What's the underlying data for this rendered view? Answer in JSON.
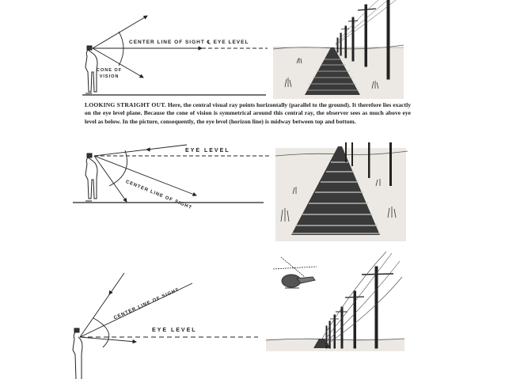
{
  "page": {
    "topic": "Eye level and center line of sight in perspective drawing"
  },
  "panels": [
    {
      "id": "looking-straight-out",
      "labels": {
        "center_line": "CENTER LINE OF SIGHT",
        "center_symbol": "℄",
        "eye_level": "EYE LEVEL",
        "cone_line1": "CONE OF",
        "cone_line2": "VISION"
      },
      "picture": "railroad-track-horizon-midway"
    },
    {
      "id": "looking-down",
      "labels": {
        "eye_level": "EYE LEVEL",
        "center_line": "CENTER LINE OF SIGHT"
      },
      "picture": "railroad-track-horizon-near-top"
    },
    {
      "id": "looking-up",
      "labels": {
        "center_line": "CENTER LINE OF SIGHT",
        "eye_level": "EYE LEVEL"
      },
      "picture": "telephone-poles-helicopter-horizon-near-bottom"
    }
  ],
  "caption": {
    "lead": "LOOKING STRAIGHT OUT.",
    "body": " Here, the central visual ray points horizontally (parallel to the ground). It therefore lies exactly on the eye level plane. Because the cone of vision is symmetrical around this central ray, the observer sees as much above eye level as below. In the picture, consequently, the eye level (horizon line) is midway between top and bottom."
  }
}
